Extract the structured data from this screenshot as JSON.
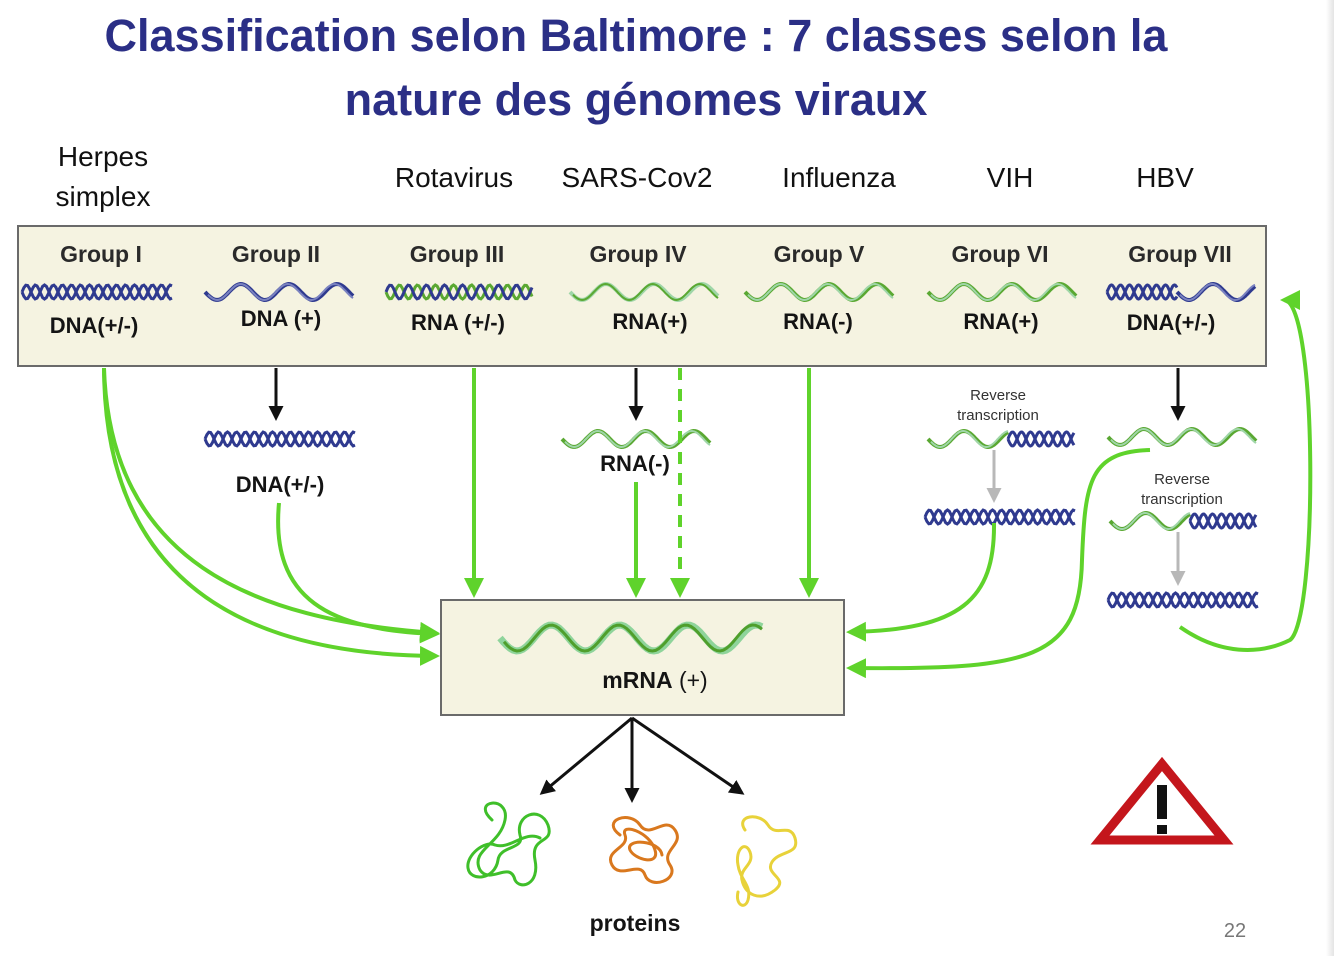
{
  "title": {
    "line1": "Classification selon Baltimore : 7 classes selon la",
    "line2": "nature des génomes viraux"
  },
  "viruses": {
    "herpes_line1": "Herpes",
    "herpes_line2": "simplex",
    "rotavirus": "Rotavirus",
    "sars": "SARS-Cov2",
    "influenza": "Influenza",
    "vih": "VIH",
    "hbv": "HBV"
  },
  "groups": [
    {
      "name": "Group I",
      "genome": "DNA(+/-)"
    },
    {
      "name": "Group II",
      "genome": "DNA (+)"
    },
    {
      "name": "Group III",
      "genome": "RNA (+/-)"
    },
    {
      "name": "Group IV",
      "genome": "RNA(+)"
    },
    {
      "name": "Group V",
      "genome": "RNA(-)"
    },
    {
      "name": "Group VI",
      "genome": "RNA(+)"
    },
    {
      "name": "Group VII",
      "genome": "DNA(+/-)"
    }
  ],
  "intermediates": {
    "group2": "DNA(+/-)",
    "group4": "RNA(-)",
    "reverse_line1": "Reverse",
    "reverse_line2": "transcription"
  },
  "mrna": {
    "bold": "mRNA",
    "suffix": " (+)"
  },
  "proteins_label": "proteins",
  "page_number": "22",
  "colors": {
    "title": "#2b2f86",
    "arrow_green": "#5fd32b",
    "strand_navy": "#2f3a8f",
    "strand_green": "#5aa832",
    "box_fill": "#f5f3e1",
    "warning_red": "#c4161c"
  },
  "icons": [
    "warning-icon",
    "protein-green-icon",
    "protein-orange-icon",
    "protein-yellow-icon"
  ]
}
